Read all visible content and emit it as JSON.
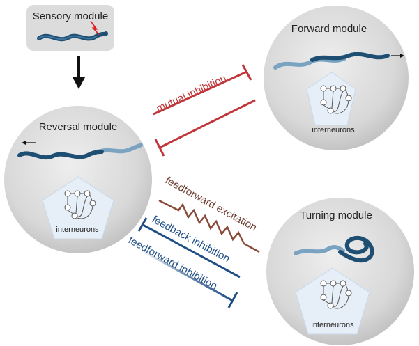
{
  "sensory": {
    "title": "Sensory module"
  },
  "forward": {
    "title": "Forward module",
    "circuit_label": "interneurons"
  },
  "reversal": {
    "title": "Reversal module",
    "circuit_label": "interneurons"
  },
  "turning": {
    "title": "Turning module",
    "circuit_label": "interneurons"
  },
  "connections": {
    "mutual_inhibition": "mutual inhibition",
    "feedforward_excitation": "feedforward excitation",
    "feedback_inhibition": "feedback inhibition",
    "feedforward_inhibition": "feedforward inhibition"
  },
  "colors": {
    "module_fill": "#d9d9d9",
    "worm_dark": "#1e4f73",
    "worm_light": "#7aa3c2",
    "inhibition_red": "#c0363a",
    "excitation_brown": "#8a4a3a",
    "inhibition_blue": "#1f4e85",
    "pentagon_fill": "#e6eef7"
  }
}
